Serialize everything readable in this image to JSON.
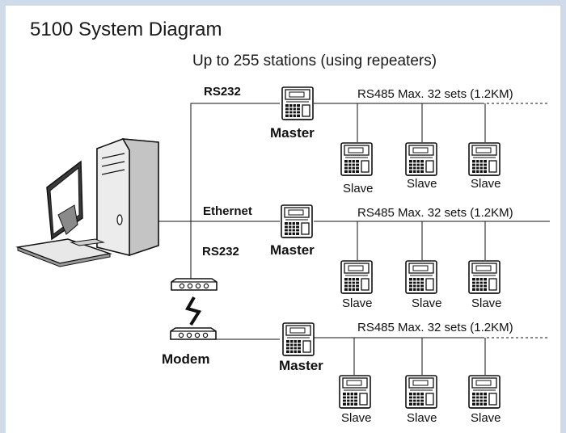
{
  "title": "5100 System Diagram",
  "subtitle": "Up to 255 stations (using repeaters)",
  "labels": {
    "rs232_top": "RS232",
    "ethernet": "Ethernet",
    "rs232_mid": "RS232",
    "modem": "Modem"
  },
  "masters": [
    "Master",
    "Master",
    "Master"
  ],
  "bus_labels": [
    "RS485 Max. 32 sets (1.2KM)",
    "RS485 Max. 32 sets (1.2KM)",
    "RS485 Max. 32 sets (1.2KM)"
  ],
  "slaves": [
    [
      "Slave",
      "Slave",
      "Slave"
    ],
    [
      "Slave",
      "Slave",
      "Slave"
    ],
    [
      "Slave",
      "Slave",
      "Slave"
    ]
  ]
}
